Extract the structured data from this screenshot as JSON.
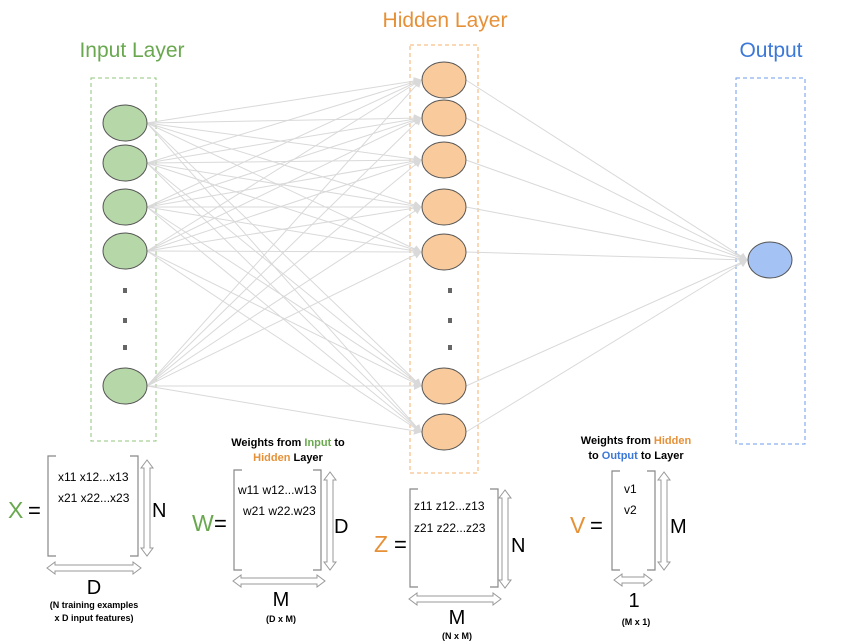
{
  "layers": {
    "input_title": "Input Layer",
    "hidden_title": "Hidden Layer",
    "output_title": "Output",
    "ellipsis": ". . ."
  },
  "colors": {
    "input": "#6aa84f",
    "input_node": "#b6d7a8",
    "hidden": "#e69138",
    "hidden_node": "#f9cb9c",
    "output": "#3c78d8",
    "output_node": "#a4c2f4",
    "edges": "#d9d9d9"
  },
  "matrix_x": {
    "var": "X",
    "eq": "=",
    "row1": "x11 x12...x13",
    "row2": "x21 x22...x23",
    "rows_dim": "N",
    "cols_dim": "D",
    "caption_line1": "(N training examples",
    "caption_line2": "x D input features)"
  },
  "matrix_w": {
    "var": "W",
    "eq": "=",
    "caption_part1": "Weights from ",
    "caption_part2": "Input",
    "caption_part3": " to",
    "caption_part4": "Hidden",
    "caption_part5": " Layer",
    "row1": "w11 w12...w13",
    "row2": "w21 w22.w23",
    "rows_dim": "D",
    "cols_dim": "M",
    "shape": "(D x M)"
  },
  "matrix_z": {
    "var": "Z",
    "eq": "=",
    "row1": "z11 z12...z13",
    "row2": "z21 z22...z23",
    "rows_dim": "N",
    "cols_dim": "M",
    "shape": "(N x M)"
  },
  "matrix_v": {
    "var": "V",
    "eq": "=",
    "caption_part1": "Weights from ",
    "caption_part2": "Hidden",
    "caption_part3": "to ",
    "caption_part4": "Output",
    "caption_part5": " to Layer",
    "row1": "v1",
    "row2": "v2",
    "rows_dim": "M",
    "cols_dim": "1",
    "shape": "(M x 1)"
  }
}
